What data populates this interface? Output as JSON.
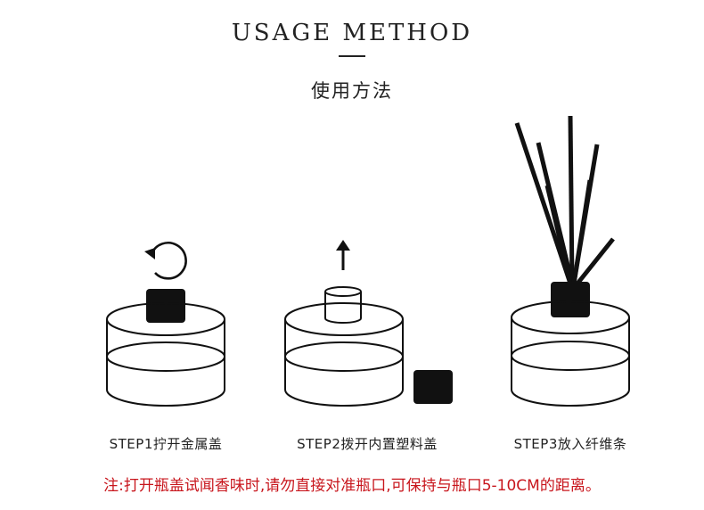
{
  "header": {
    "title": "USAGE METHOD",
    "subtitle": "使用方法"
  },
  "steps": [
    {
      "label": "STEP1拧开金属盖",
      "icon": "rotate-counterclockwise-icon"
    },
    {
      "label": "STEP2拨开内置塑料盖",
      "icon": "arrow-up-icon"
    },
    {
      "label": "STEP3放入纤维条",
      "icon": "reed-sticks-icon"
    }
  ],
  "note": "注:打开瓶盖试闻香味时,请勿直接对准瓶口,可保持与瓶口5-10CM的距离。",
  "colors": {
    "ink": "#111111",
    "note": "#c8161d"
  }
}
